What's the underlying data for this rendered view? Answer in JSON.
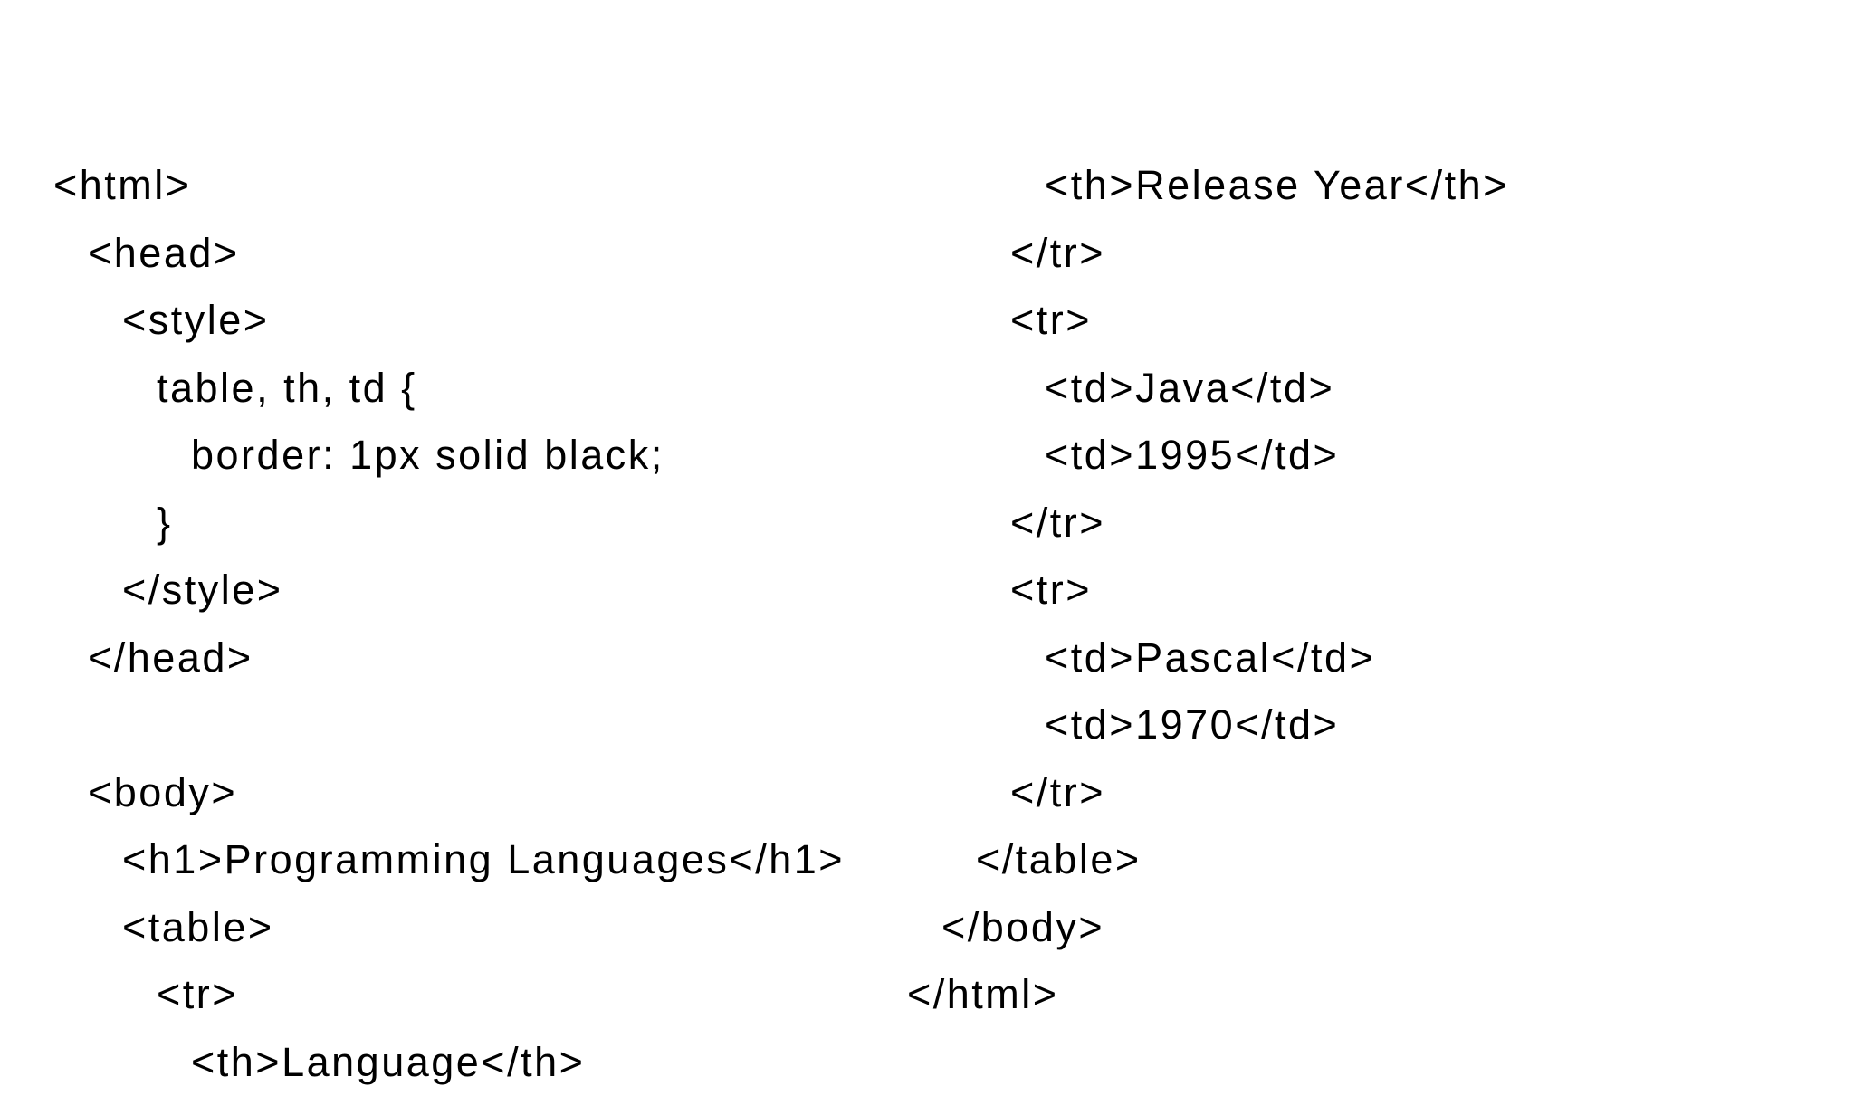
{
  "page": {
    "background_color": "#ffffff",
    "text_color": "#000000"
  },
  "code_listing": {
    "description": "HTML source code listing shown in two columns",
    "columns": [
      {
        "name": "left",
        "lines": [
          {
            "indent": 0,
            "text": "<html>"
          },
          {
            "indent": 1,
            "text": "<head>"
          },
          {
            "indent": 2,
            "text": "<style>"
          },
          {
            "indent": 3,
            "text": "table, th, td {"
          },
          {
            "indent": 4,
            "text": "border: 1px solid black;"
          },
          {
            "indent": 3,
            "text": "}"
          },
          {
            "indent": 2,
            "text": "</style>"
          },
          {
            "indent": 1,
            "text": "</head>"
          },
          {
            "indent": 0,
            "text": ""
          },
          {
            "indent": 1,
            "text": "<body>"
          },
          {
            "indent": 2,
            "text": "<h1>Programming Languages</h1>"
          },
          {
            "indent": 2,
            "text": "<table>"
          },
          {
            "indent": 3,
            "text": "<tr>"
          },
          {
            "indent": 4,
            "text": "<th>Language</th>"
          }
        ]
      },
      {
        "name": "right",
        "lines": [
          {
            "indent": 4,
            "text": "<th>Release Year</th>"
          },
          {
            "indent": 3,
            "text": "</tr>"
          },
          {
            "indent": 3,
            "text": "<tr>"
          },
          {
            "indent": 4,
            "text": "<td>Java</td>"
          },
          {
            "indent": 4,
            "text": "<td>1995</td>"
          },
          {
            "indent": 3,
            "text": "</tr>"
          },
          {
            "indent": 3,
            "text": "<tr>"
          },
          {
            "indent": 4,
            "text": "<td>Pascal</td>"
          },
          {
            "indent": 4,
            "text": "<td>1970</td>"
          },
          {
            "indent": 3,
            "text": "</tr>"
          },
          {
            "indent": 2,
            "text": "</table>"
          },
          {
            "indent": 1,
            "text": "</body>"
          },
          {
            "indent": 0,
            "text": "</html>"
          }
        ]
      }
    ]
  }
}
